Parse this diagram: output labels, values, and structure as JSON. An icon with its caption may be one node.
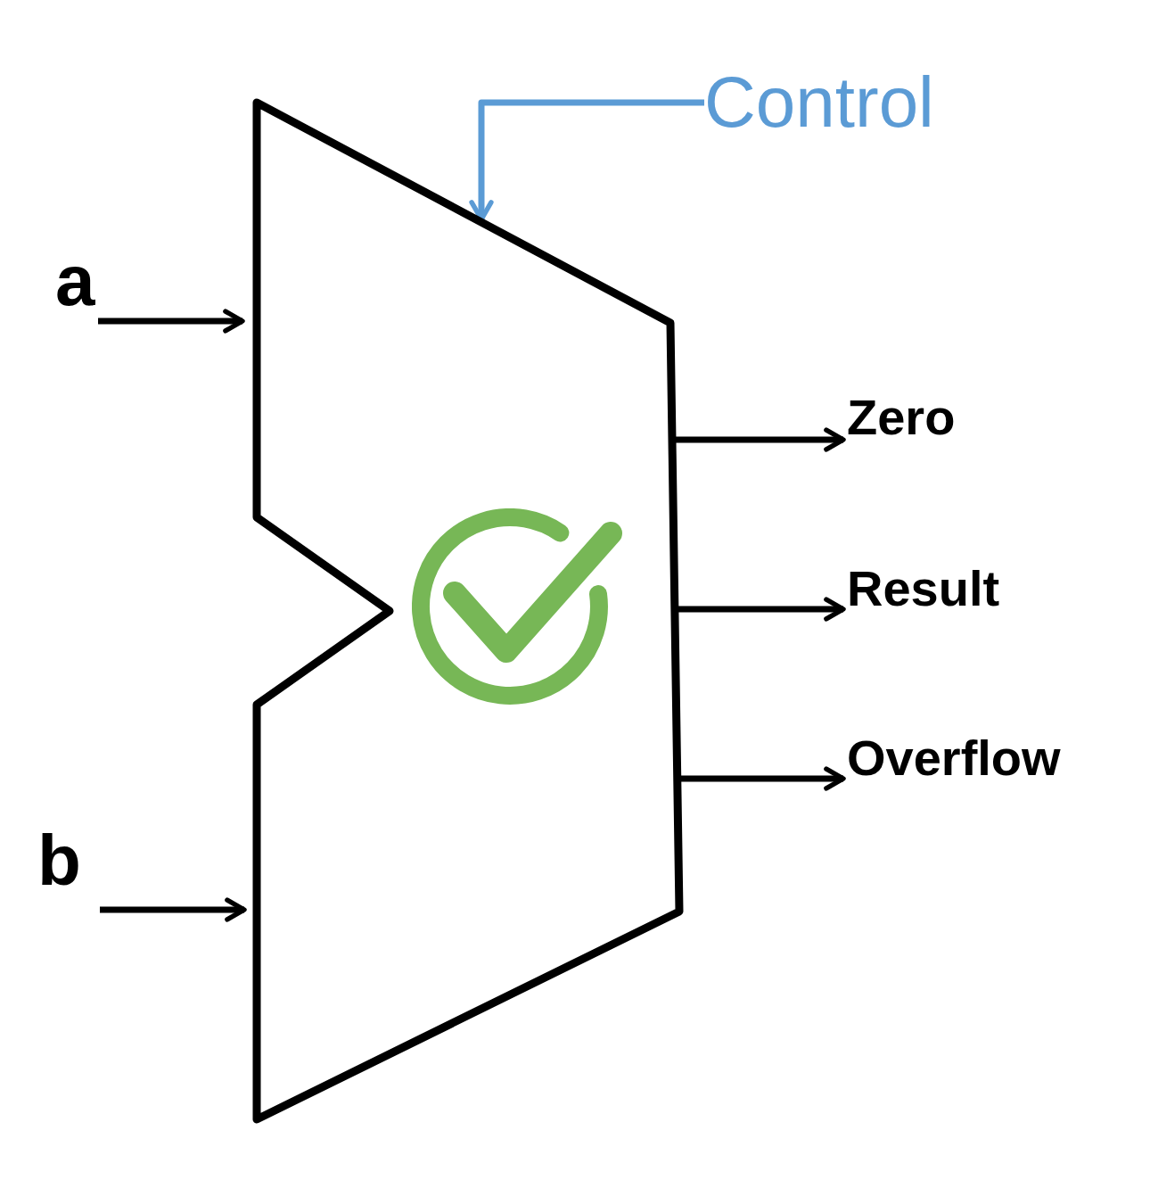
{
  "diagram": {
    "nodes": [
      {
        "text": [],
        "shape": "trapezoid"
      },
      {
        "text": [
          "Control"
        ]
      },
      {
        "text": [
          "a"
        ]
      },
      {
        "text": [
          "Zero"
        ]
      },
      {
        "text": [
          "Result"
        ]
      },
      {
        "text": [
          "Overflow"
        ]
      },
      {
        "text": [
          "b"
        ]
      }
    ],
    "edges": [
      {
        "from": 1,
        "to": 0,
        "arrow": "to",
        "color": "#5b9bd5"
      },
      {
        "from": 2,
        "to": 0,
        "arrow": "to"
      },
      {
        "from": 0,
        "to": 3,
        "arrow": "to"
      },
      {
        "from": 0,
        "to": 4,
        "arrow": "to"
      },
      {
        "from": 0,
        "to": 5,
        "arrow": "to"
      },
      {
        "from": 6,
        "to": 0,
        "arrow": "to"
      }
    ]
  }
}
